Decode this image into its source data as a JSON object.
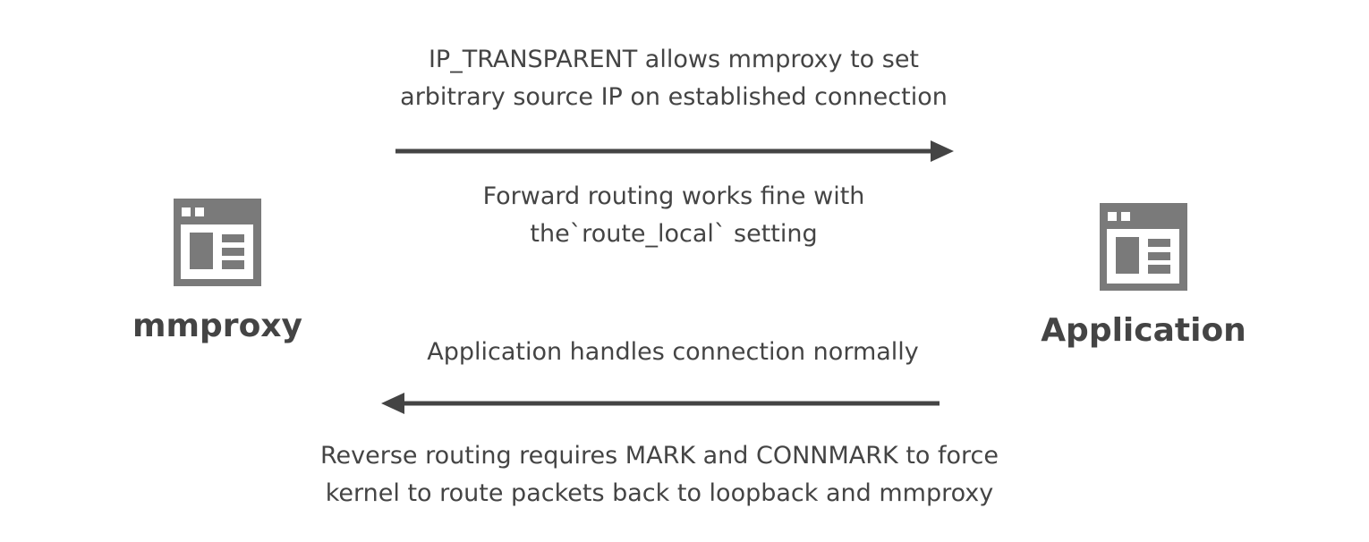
{
  "nodes": {
    "left": {
      "label": "mmproxy",
      "icon": "app-window-icon"
    },
    "right": {
      "label": "Application",
      "icon": "app-window-icon"
    }
  },
  "top_note": [
    "IP_TRANSPARENT allows mmproxy to set",
    "arbitrary source IP on established connection"
  ],
  "forward_note": [
    "Forward routing works fine with",
    "the`route_local` setting"
  ],
  "app_note": [
    "Application handles connection normally"
  ],
  "reverse_note": [
    "Reverse routing requires MARK and CONNMARK to force",
    "kernel to route packets back to loopback and mmproxy"
  ],
  "colors": {
    "icon": "#7a7a7a",
    "text": "#444444",
    "arrow": "#444444"
  }
}
